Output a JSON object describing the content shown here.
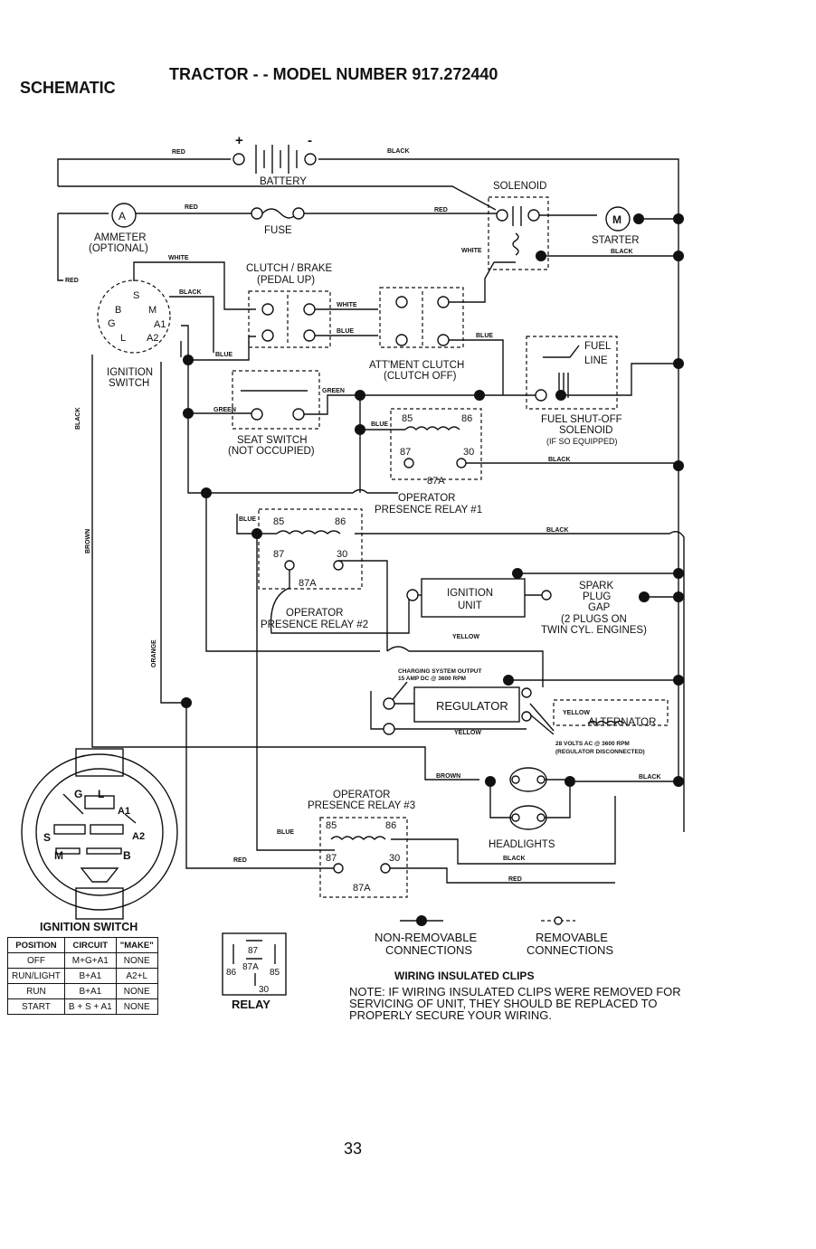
{
  "page": {
    "section_label": "SCHEMATIC",
    "title": "TRACTOR - - MODEL NUMBER 917.272440",
    "page_number": "33"
  },
  "components": {
    "battery": "BATTERY",
    "battery_plus": "+",
    "battery_minus": "-",
    "ammeter_symbol": "A",
    "ammeter": [
      "AMMETER",
      "(OPTIONAL)"
    ],
    "fuse": "FUSE",
    "solenoid": "SOLENOID",
    "starter_symbol": "M",
    "starter": "STARTER",
    "clutch_brake": [
      "CLUTCH / BRAKE",
      "(PEDAL UP)"
    ],
    "ignition_switch": [
      "IGNITION",
      "SWITCH"
    ],
    "attachment_clutch": [
      "ATT'MENT CLUTCH",
      "(CLUTCH OFF)"
    ],
    "fuel_line": [
      "FUEL",
      "LINE"
    ],
    "fuel_solenoid": [
      "FUEL SHUT-OFF",
      "SOLENOID",
      "(IF SO EQUIPPED)"
    ],
    "seat_switch": [
      "SEAT SWITCH",
      "(NOT OCCUPIED)"
    ],
    "relay1": [
      "OPERATOR",
      "PRESENCE RELAY #1"
    ],
    "relay2": [
      "OPERATOR",
      "PRESENCE RELAY #2"
    ],
    "relay3": [
      "OPERATOR",
      "PRESENCE RELAY #3"
    ],
    "relay_pins": [
      "85",
      "86",
      "87",
      "30",
      "87A"
    ],
    "ignition_unit": [
      "IGNITION",
      "UNIT"
    ],
    "spark_plug": [
      "SPARK",
      "PLUG",
      "GAP",
      "(2 PLUGS ON",
      "TWIN CYL. ENGINES)"
    ],
    "charging_note": [
      "CHARGING SYSTEM OUTPUT",
      "15 AMP DC @ 3600 RPM"
    ],
    "regulator": "REGULATOR",
    "alternator": "ALTERNATOR",
    "alternator_note": [
      "28 VOLTS AC @ 3600 RPM",
      "(REGULATOR DISCONNECTED)"
    ],
    "headlights": "HEADLIGHTS",
    "switch_terminals": [
      "S",
      "B",
      "M",
      "G",
      "A1",
      "L",
      "A2"
    ],
    "face_terminals": [
      "G",
      "L",
      "A1",
      "S",
      "A2",
      "M",
      "B"
    ]
  },
  "wire_labels": {
    "red": "RED",
    "black": "BLACK",
    "white": "WHITE",
    "blue": "BLUE",
    "green": "GREEN",
    "brown": "BROWN",
    "orange": "ORANGE",
    "yellow": "YELLOW"
  },
  "ignition_table": {
    "caption": "IGNITION SWITCH",
    "headers": [
      "POSITION",
      "CIRCUIT",
      "\"MAKE\""
    ],
    "rows": [
      [
        "OFF",
        "M+G+A1",
        "NONE"
      ],
      [
        "RUN/LIGHT",
        "B+A1",
        "A2+L"
      ],
      [
        "RUN",
        "B+A1",
        "NONE"
      ],
      [
        "START",
        "B + S + A1",
        "NONE"
      ]
    ]
  },
  "relay_legend": {
    "label": "RELAY",
    "pins": [
      "87",
      "86",
      "87A",
      "85",
      "30"
    ]
  },
  "legend": {
    "non_removable": [
      "NON-REMOVABLE",
      "CONNECTIONS"
    ],
    "removable": [
      "REMOVABLE",
      "CONNECTIONS"
    ],
    "clips_title": "WIRING INSULATED CLIPS",
    "note": [
      "NOTE: IF WIRING INSULATED CLIPS WERE REMOVED FOR",
      "SERVICING OF UNIT, THEY SHOULD BE REPLACED TO",
      "PROPERLY SECURE YOUR WIRING."
    ]
  }
}
